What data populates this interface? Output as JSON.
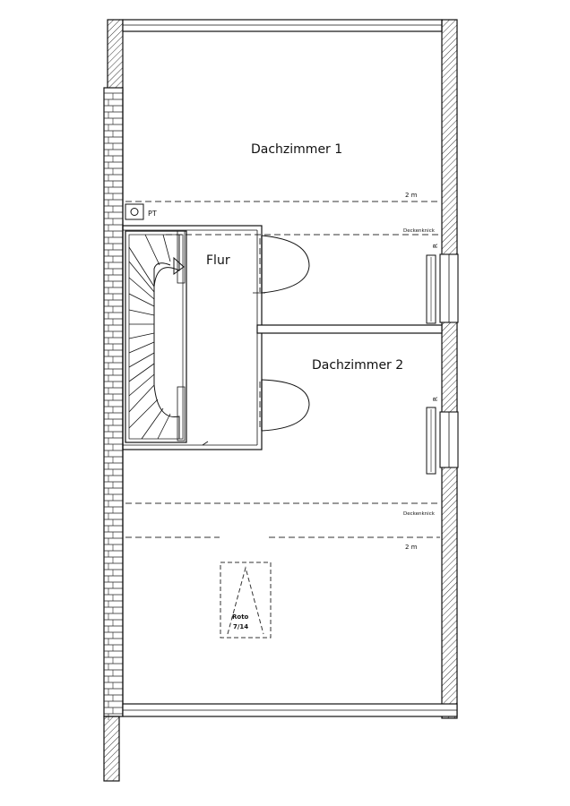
{
  "rooms": {
    "room1": "Dachzimmer 1",
    "room2": "Dachzimmer 2",
    "hall": "Flur"
  },
  "labels": {
    "chimney": "PT",
    "height_top": "2 m",
    "height_bottom": "2 m",
    "ceiling_kink_top": "Deckenknick",
    "ceiling_kink_bottom": "Deckenknick",
    "radiator_top": "R",
    "radiator_bottom": "R",
    "skylight_line1": "Roto",
    "skylight_line2": "7/14"
  }
}
